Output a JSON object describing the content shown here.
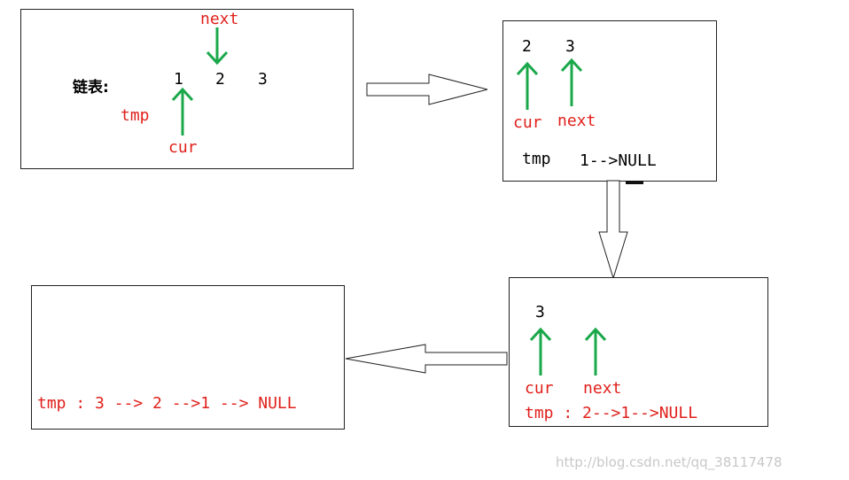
{
  "colors": {
    "pointer_arrow": "#1aa84a",
    "pointer_label": "#e0201b",
    "text": "#000000"
  },
  "panel1": {
    "list_label": "链表:",
    "nodes": [
      "1",
      "2",
      "3"
    ],
    "next_label": "next",
    "tmp_label": "tmp",
    "cur_label": "cur"
  },
  "panel2": {
    "nodes": [
      "2",
      "3"
    ],
    "cur_label": "cur",
    "next_label": "next",
    "tmp_label": "tmp",
    "tmp_value": "1-->NULL"
  },
  "panel3": {
    "node": "3",
    "cur_label": "cur",
    "next_label": "next",
    "tmp_text": "tmp : 2-->1-->NULL"
  },
  "panel4": {
    "tmp_text": "tmp : 3 --> 2 -->1 --> NULL"
  },
  "watermark": "http://blog.csdn.net/qq_38117478"
}
